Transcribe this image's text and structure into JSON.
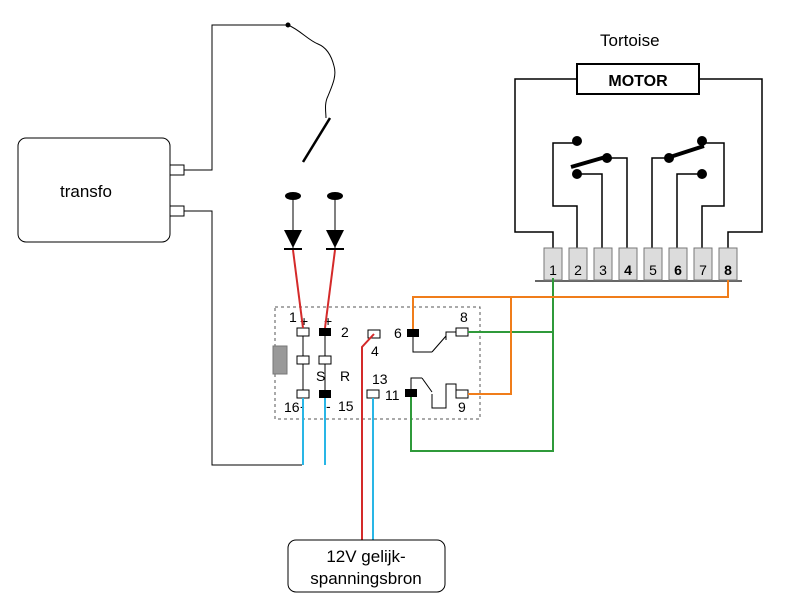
{
  "transformer": {
    "label": "transfo"
  },
  "tortoise": {
    "title": "Tortoise",
    "motor_label": "MOTOR",
    "terminals": [
      "1",
      "2",
      "3",
      "4",
      "5",
      "6",
      "7",
      "8"
    ],
    "bold_terminals": [
      "4",
      "6",
      "8"
    ]
  },
  "relay": {
    "pin_1": "1",
    "plus_1": "+",
    "pin_2": "2",
    "plus_2": "+",
    "pin_4": "4",
    "pin_6": "6",
    "pin_8": "8",
    "set": "S",
    "reset": "R",
    "pin_13": "13",
    "pin_11": "11",
    "pin_9": "9",
    "pin_16": "16",
    "minus_16": "-",
    "pin_15": "15",
    "minus_15": "-"
  },
  "power_supply": {
    "line1": "12V gelijk-",
    "line2": "spanningsbron"
  },
  "colors": {
    "red": "#d42a2a",
    "cyan": "#29b6e6",
    "green": "#2f9a3a",
    "orange": "#f07d1a",
    "black": "#000000",
    "dash": "#555555",
    "gray_block": "#999999"
  }
}
